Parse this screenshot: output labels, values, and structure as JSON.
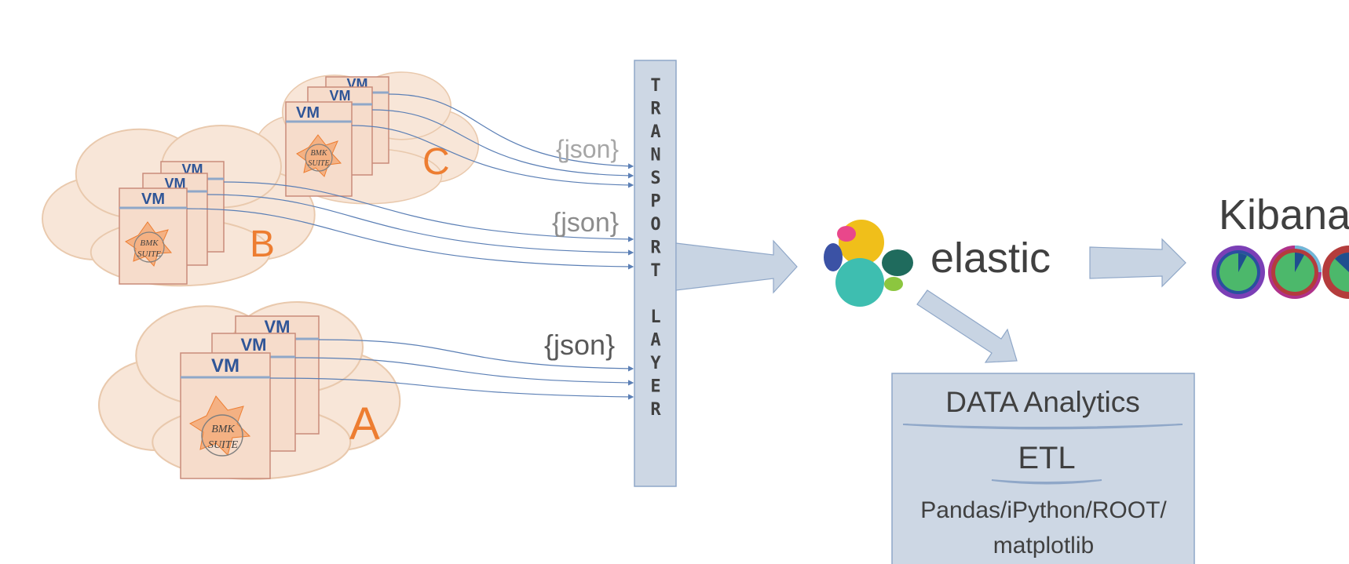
{
  "clouds": [
    {
      "label": "A"
    },
    {
      "label": "B"
    },
    {
      "label": "C"
    }
  ],
  "vm_label": "VM",
  "suite_label_line1": "BMK",
  "suite_label_line2": "SUITE",
  "json_labels": [
    "{json}",
    "{json}",
    "{json}"
  ],
  "transport_layer": {
    "letters": [
      "T",
      "R",
      "A",
      "N",
      "S",
      "P",
      "O",
      "R",
      "T",
      "",
      "L",
      "A",
      "Y",
      "E",
      "R"
    ]
  },
  "elastic": {
    "label": "elastic"
  },
  "kibana": {
    "label": "Kibana"
  },
  "analytics_box": {
    "title": "DATA Analytics",
    "subtitle": "ETL",
    "tools_line1": "Pandas/iPython/ROOT/",
    "tools_line2": "matplotlib"
  },
  "colors": {
    "cloud_fill": "#f8e6d8",
    "cloud_stroke": "#e9c9ad",
    "vm_fill": "#f6dccb",
    "vm_border": "#c98b7a",
    "vm_text": "#2f5597",
    "accent_orange": "#ed7d31",
    "transport_fill": "#cdd7e4",
    "transport_stroke": "#8fa7c8",
    "arrow_fill": "#c8d4e3",
    "line_blue": "#5b7fb5",
    "json_gray": "#7f7f7f",
    "text_dark": "#404040"
  }
}
